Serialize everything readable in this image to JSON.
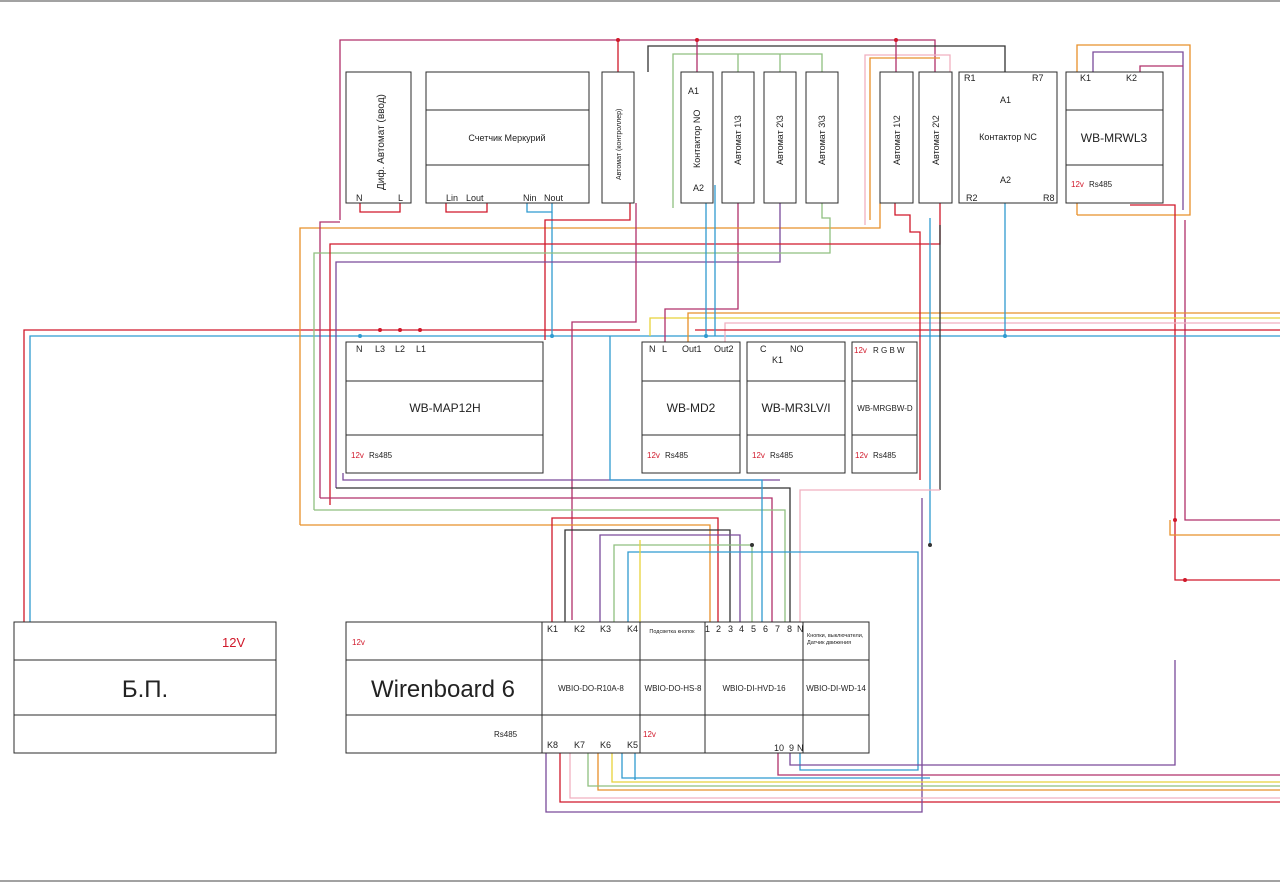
{
  "colors": {
    "red": "#d0182a",
    "magenta": "#b0306a",
    "orange": "#e8902a",
    "yellow": "#e8d23a",
    "blue": "#2f9ad0",
    "purple": "#7a4a9a",
    "green": "#8fbf7f",
    "pink": "#f0b0c0",
    "gray": "#7a7a7a",
    "dark": "#333333"
  },
  "breakers": {
    "dif": {
      "label": "Диф. Автомат (ввод)",
      "t_n": "N",
      "t_l": "L"
    },
    "ctrl": {
      "label": "Автомат (контроллер)"
    },
    "a1_3": {
      "label": "Автомат 1\\3"
    },
    "a2_3": {
      "label": "Автомат 2\\3"
    },
    "a3_3": {
      "label": "Автомат 3\\3"
    },
    "a1_2": {
      "label": "Автомат 1\\2"
    },
    "a2_2": {
      "label": "Автомат 2\\2"
    }
  },
  "meter": {
    "label": "Счетчик Меркурий",
    "lin": "Lin",
    "lout": "Lout",
    "nin": "Nin",
    "nout": "Nout"
  },
  "contactor_no": {
    "label": "Контактор NO",
    "a1": "A1",
    "a2": "A2"
  },
  "contactor_nc": {
    "label": "Контактор NC",
    "r1": "R1",
    "r7": "R7",
    "a1": "A1",
    "a2": "A2",
    "r2": "R2",
    "r8": "R8"
  },
  "mrwl3": {
    "label": "WB-MRWL3",
    "k1": "K1",
    "k2": "K2",
    "v12": "12v",
    "rs": "Rs485"
  },
  "map12h": {
    "label": "WB-MAP12H",
    "n": "N",
    "l3": "L3",
    "l2": "L2",
    "l1": "L1",
    "v12": "12v",
    "rs": "Rs485"
  },
  "md2": {
    "label": "WB-MD2",
    "n": "N",
    "l": "L",
    "out1": "Out1",
    "out2": "Out2",
    "v12": "12v",
    "rs": "Rs485"
  },
  "mr3lv": {
    "label": "WB-MR3LV/I",
    "c": "C",
    "no": "NO",
    "k1": "K1",
    "v12": "12v",
    "rs": "Rs485"
  },
  "mrgbw": {
    "label": "WB-MRGBW-D",
    "v12": "12v",
    "rgbw": "R G B W",
    "rs": "Rs485"
  },
  "psu": {
    "label": "Б.П.",
    "v12": "12V"
  },
  "wirenboard": {
    "label": "Wirenboard 6",
    "v12": "12v",
    "rs": "Rs485",
    "dor10": {
      "label": "WBIO-DO-R10A-8",
      "top": [
        "K1",
        "K2",
        "K3",
        "K4"
      ],
      "bottom": [
        "K8",
        "K7",
        "K6",
        "K5"
      ]
    },
    "dohs": {
      "label": "WBIO-DO-HS-8",
      "note": "Подсветка кнопок",
      "v12": "12v"
    },
    "dihvd": {
      "label": "WBIO-DI-HVD-16",
      "top": [
        "1",
        "2",
        "3",
        "4",
        "5",
        "6",
        "7",
        "8",
        "N"
      ],
      "bottom": [
        "10",
        "9",
        "N"
      ]
    },
    "diwd": {
      "label": "WBIO-DI-WD-14",
      "note1": "Кнопки, выключатели,",
      "note2": "Датчик движения"
    }
  }
}
